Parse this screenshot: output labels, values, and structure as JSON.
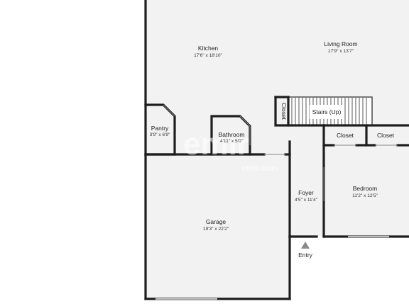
{
  "rooms": {
    "kitchen": {
      "name": "Kitchen",
      "dims": "17'6\" x 18'10\""
    },
    "living_room": {
      "name": "Living Room",
      "dims": "17'9\" x 13'7\""
    },
    "pantry": {
      "name": "Pantry",
      "dims": "3'9\" x 6'9\""
    },
    "bathroom": {
      "name": "Bathroom",
      "dims": "4'11\" x 5'0\""
    },
    "stairs": {
      "name": "Stairs (Up)"
    },
    "closet_stairs": {
      "name": "Closet"
    },
    "closet_left": {
      "name": "Closet"
    },
    "closet_right": {
      "name": "Closet"
    },
    "bedroom": {
      "name": "Bedroom",
      "dims": "11'2\" x 12'5\""
    },
    "foyer": {
      "name": "Foyer",
      "dims": "4'5\" x 11'4\""
    },
    "garage": {
      "name": "Garage",
      "dims": "19'3\" x 22'2\""
    }
  },
  "entry_label": "Entry"
}
